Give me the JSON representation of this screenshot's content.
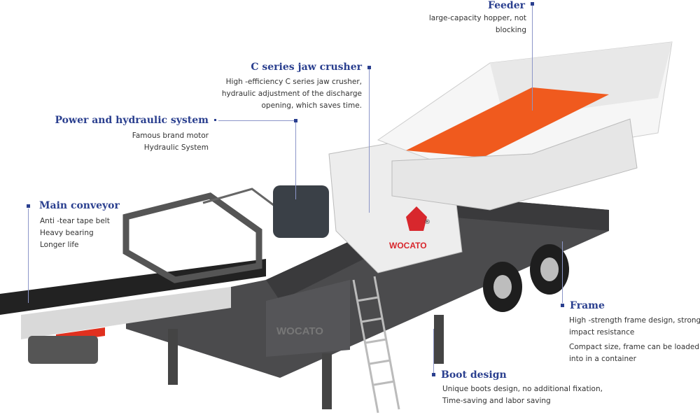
{
  "callouts": {
    "feeder": {
      "title": "Feeder",
      "lines": [
        "large-capacity hopper, not",
        "blocking"
      ]
    },
    "jaw_crusher": {
      "title": "C series jaw crusher",
      "lines": [
        "High -efficiency C series jaw crusher,",
        "hydraulic adjustment of the discharge",
        "opening, which saves time."
      ]
    },
    "power": {
      "title": "Power and hydraulic system",
      "lines": [
        "Famous brand motor",
        "Hydraulic System"
      ]
    },
    "conveyor": {
      "title": "Main conveyor",
      "lines": [
        "Anti -tear tape belt",
        "Heavy bearing",
        "Longer life"
      ]
    },
    "frame": {
      "title": "Frame",
      "lines": [
        "High -strength frame design, strong",
        "impact resistance",
        "Compact size, frame can be loaded",
        "into in a container"
      ]
    },
    "boot": {
      "title": "Boot design",
      "lines": [
        "Unique boots design, no additional fixation,",
        "Time-saving and labor saving"
      ]
    }
  },
  "brand": {
    "logo_text": "WOCATO",
    "registered": "®"
  },
  "colors": {
    "accent": "#2a3f8f",
    "frame": "#4b4b4d",
    "screen": "#f05a1e",
    "logo": "#d8272d"
  }
}
